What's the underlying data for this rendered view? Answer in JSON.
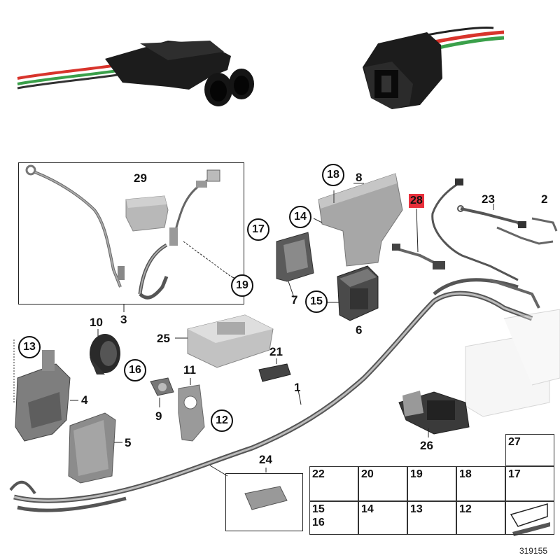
{
  "diagram_id": "319155",
  "callouts": {
    "n1": "1",
    "n2": "2",
    "n3": "3",
    "n4": "4",
    "n5": "5",
    "n6": "6",
    "n7": "7",
    "n8": "8",
    "n9": "9",
    "n10": "10",
    "n11": "11",
    "n12": "12",
    "n13": "13",
    "n14": "14",
    "n15": "15",
    "n16": "16",
    "n17": "17",
    "n18": "18",
    "n19": "19",
    "n21": "21",
    "n23": "23",
    "n24": "24",
    "n25": "25",
    "n26": "26",
    "n28": "28",
    "n29": "29"
  },
  "hardware_grid": {
    "top": {
      "label": "27"
    },
    "row1": [
      {
        "label": "22"
      },
      {
        "label": "20"
      },
      {
        "label": "19"
      },
      {
        "label": "18"
      },
      {
        "label": "17"
      }
    ],
    "row2": [
      {
        "label": "15",
        "label2": "16"
      },
      {
        "label": "14"
      },
      {
        "label": "13"
      },
      {
        "label": "12"
      },
      {
        "label": ""
      }
    ]
  },
  "colors": {
    "highlight": "#e8303c",
    "part_grey": "#9a9a9a",
    "part_dark": "#3a3a3a",
    "wire_red": "#d8342c",
    "wire_green": "#3aa04a",
    "connector_black": "#1c1c1c"
  }
}
